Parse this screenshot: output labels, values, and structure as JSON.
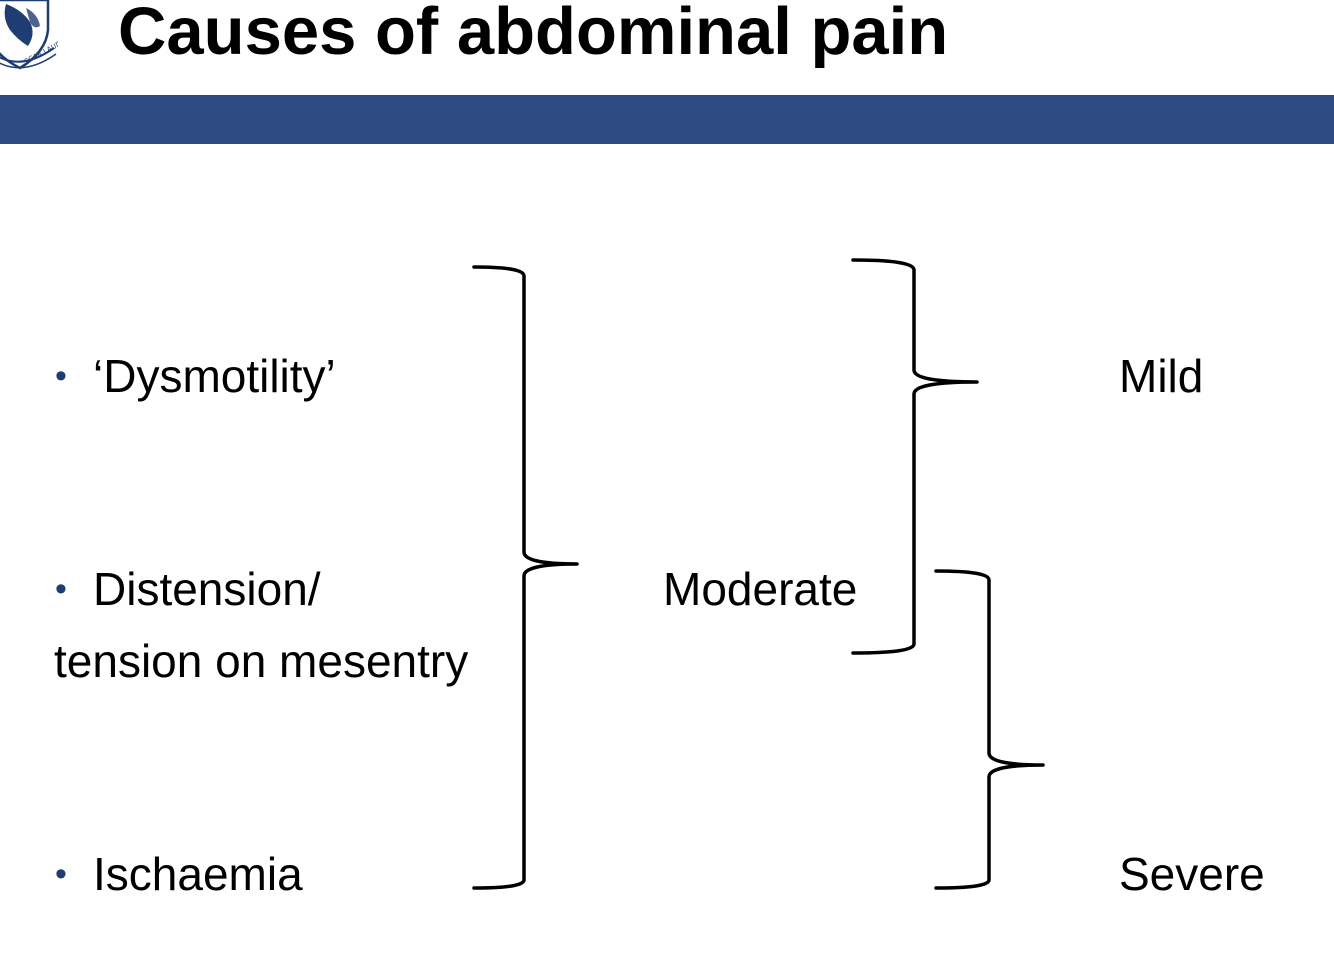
{
  "slide": {
    "title": "Causes of abdominal pain",
    "accent_color": "#2e4a82",
    "bullet_color": "#1f3c73",
    "logo_icon": "university-crest-icon"
  },
  "causes": [
    {
      "text": "‘Dysmotility’"
    },
    {
      "text": "Distension/",
      "continuation": "tension on mesentry"
    },
    {
      "text": "Ischaemia"
    }
  ],
  "severity": {
    "mild": "Mild",
    "moderate": "Moderate",
    "severe": "Severe"
  }
}
